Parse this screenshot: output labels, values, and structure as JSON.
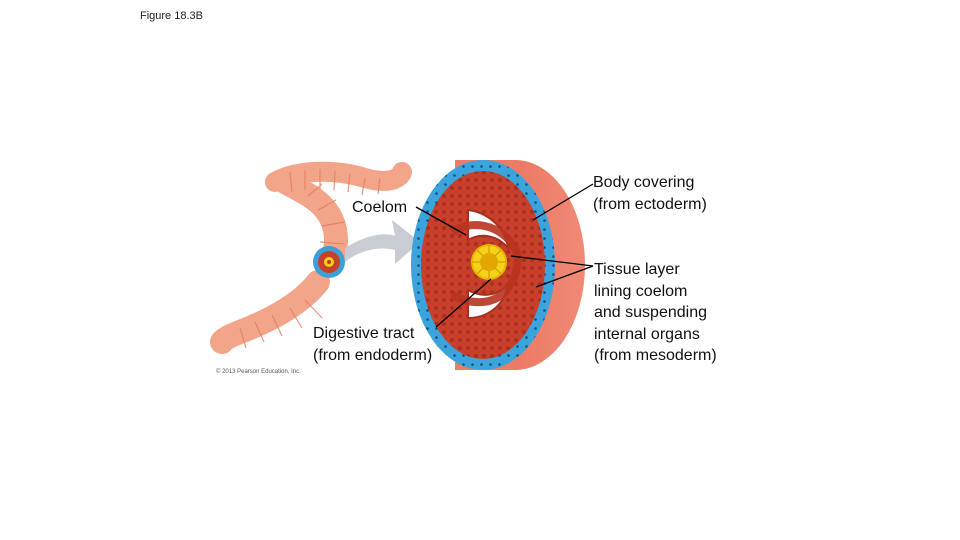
{
  "figure": {
    "title": "Figure 18.3B"
  },
  "labels": {
    "coelom": "Coelom",
    "body_covering": "Body covering\n(from ectoderm)",
    "tissue_layer": "Tissue layer\nlining coelom\nand suspending\ninternal organs\n(from mesoderm)",
    "digestive_tract": "Digestive tract\n(from endoderm)"
  },
  "copyright": "© 2013 Pearson Education, Inc.",
  "colors": {
    "worm": "#f3a58a",
    "muscle": "#c23a22",
    "skin": "#3aa0d8",
    "gut_lining": "#f5d11a",
    "gut_core": "#e0a800",
    "arrow": "#c9ccd3"
  }
}
